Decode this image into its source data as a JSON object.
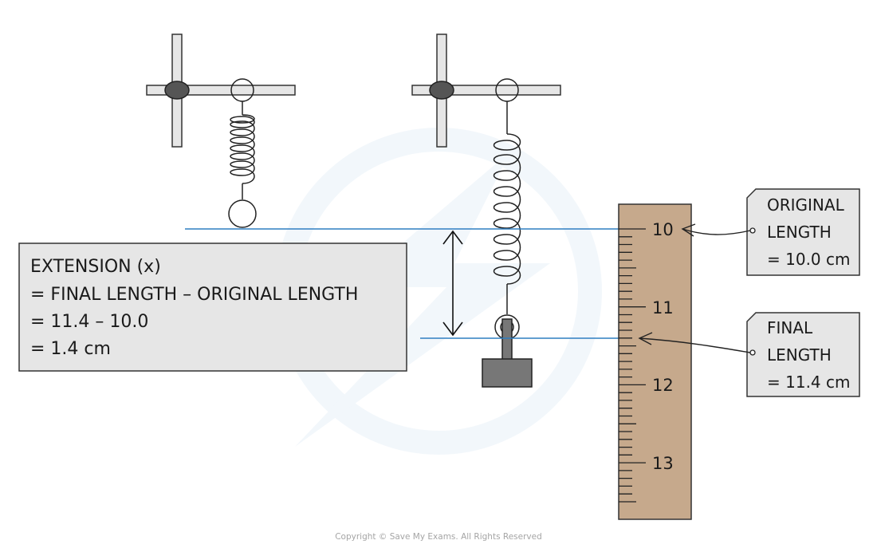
{
  "calculation": {
    "line1": "EXTENSION (x)",
    "line2": "= FINAL  LENGTH – ORIGINAL  LENGTH",
    "line3": "= 11.4 – 10.0",
    "line4": "= 1.4 cm"
  },
  "original_label": {
    "line1": "ORIGINAL",
    "line2": "LENGTH",
    "line3": "= 10.0 cm"
  },
  "final_label": {
    "line1": "FINAL",
    "line2": "LENGTH",
    "line3": "= 11.4 cm"
  },
  "ruler": {
    "numbers": [
      "10",
      "11",
      "12",
      "13"
    ],
    "color": "#c6a98c"
  },
  "colors": {
    "reference_line": "#2f7fc1",
    "box_fill": "#e6e6e6",
    "clamp_boss": "#555555",
    "mass": "#777777"
  },
  "copyright": "Copyright © Save My Exams. All Rights Reserved"
}
